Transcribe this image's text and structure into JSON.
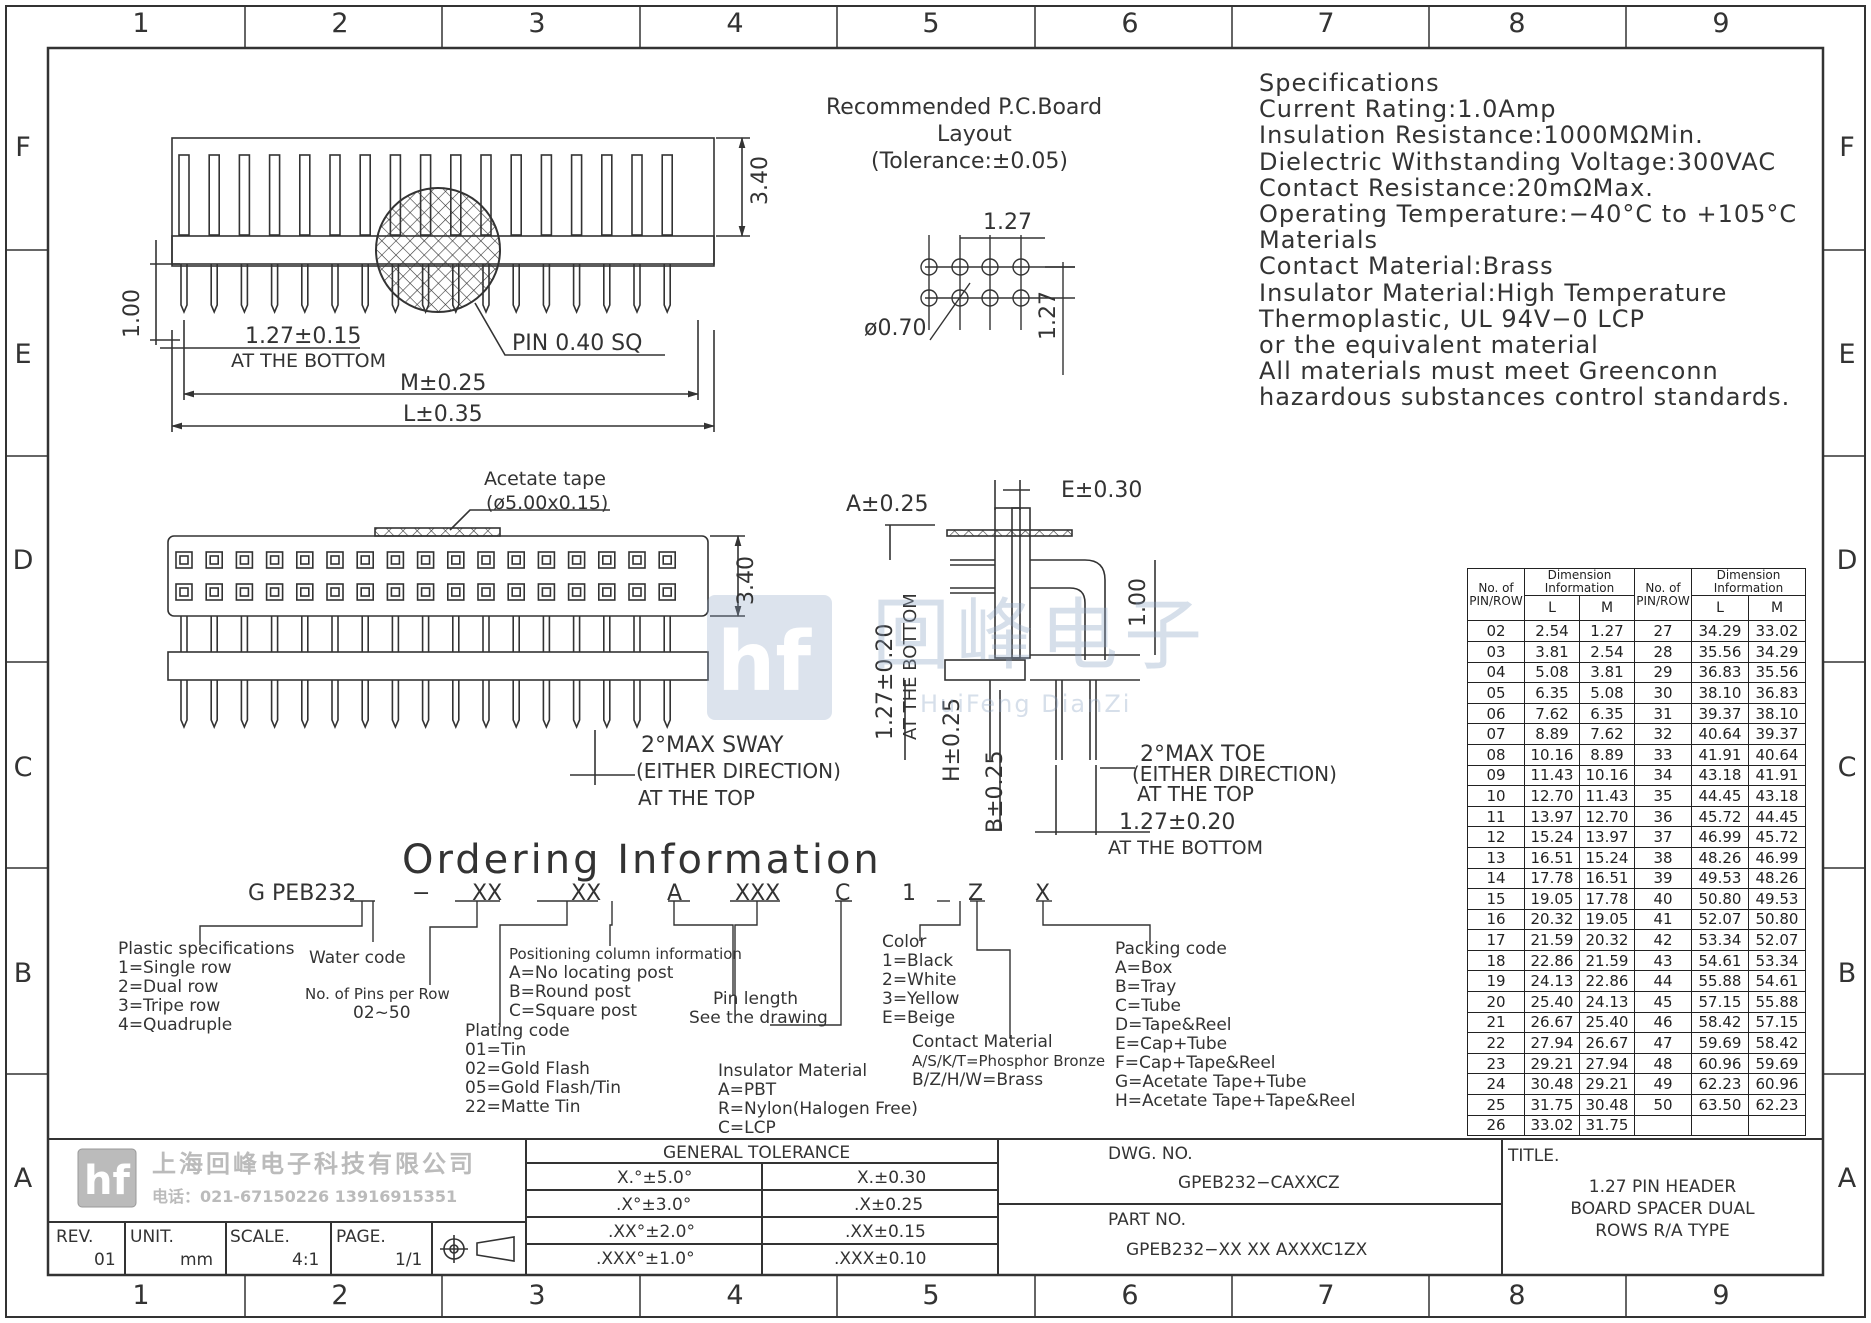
{
  "grid": {
    "columns": [
      "1",
      "2",
      "3",
      "4",
      "5",
      "6",
      "7",
      "8",
      "9"
    ],
    "rows": [
      "F",
      "E",
      "D",
      "C",
      "B",
      "A"
    ]
  },
  "specifications": {
    "heading": "Specifications",
    "lines": [
      "Current Rating:1.0Amp",
      "Insulation  Resistance:1000MΩMin.",
      "Dielectric  Withstanding  Voltage:300VAC",
      "Contact  Resistance:20mΩMax.",
      "Operating  Temperature:−40°C  to  +105°C",
      "Materials",
      "Contact  Material:Brass",
      "Insulator  Material:High  Temperature",
      "Thermoplastic,  UL  94V−0  LCP",
      "or  the  equivalent  material",
      "All  materials  must  meet  Greenconn",
      "hazardous  substances  control  standards."
    ]
  },
  "pcb_layout": {
    "title_1": "Recommended  P.C.Board",
    "title_2": "Layout",
    "tolerance": "(Tolerance:±0.05)",
    "pitch_h": "1.27",
    "pitch_v": "1.27",
    "hole": "ø0.70"
  },
  "top_view": {
    "dim_height": "3.40",
    "dim_tail": "1.00",
    "dim_pitch": "1.27±0.15",
    "dim_pitch_note": "AT THE BOTTOM",
    "pin_label": "PIN  0.40  SQ",
    "dim_m": "M±0.25",
    "dim_l": "L±0.35"
  },
  "front_view": {
    "tape_label": "Acetate  tape",
    "tape_size": "(ø5.00x0.15)",
    "dim_height": "3.40",
    "sway_1": "2°MAX  SWAY",
    "sway_2": "(EITHER  DIRECTION)",
    "sway_3": "AT  THE  TOP"
  },
  "side_view": {
    "dim_a": "A±0.25",
    "dim_e": "E±0.30",
    "dim_1_00": "1.00",
    "dim_pitch": "1.27±0.20",
    "dim_pitch_note": "AT THE BOTTOM",
    "dim_h": "H±0.25",
    "dim_b": "B±0.25",
    "toe_1": "2°MAX  TOE",
    "toe_2": "(EITHER  DIRECTION)",
    "toe_3": "AT  THE  TOP",
    "bottom_pitch": "1.27±0.20",
    "bottom_pitch_note": "AT THE BOTTOM"
  },
  "watermark": {
    "cn": "回峰电子",
    "pinyin": "HuiFeng DianZi"
  },
  "ordering": {
    "title": "Ordering  Information",
    "code": [
      "G  PEB232",
      "−",
      "XX",
      "XX",
      "A",
      "XXX",
      "C",
      "1",
      "Z",
      "X"
    ],
    "plastic": [
      "Plastic  specifications",
      "1=Single  row",
      "2=Dual  row",
      "3=Tripe  row",
      "4=Quadruple"
    ],
    "water": "Water  code",
    "pins": [
      "No.  of  Pins  per  Row",
      "02~50"
    ],
    "plating": [
      "Plating  code",
      "01=Tin",
      "02=Gold  Flash",
      "05=Gold  Flash/Tin",
      "22=Matte  Tin"
    ],
    "positioning": [
      "Positioning  column  information",
      "A=No  locating  post",
      "B=Round  post",
      "C=Square  post"
    ],
    "pin_length": [
      "Pin  length",
      "See  the  drawing"
    ],
    "insulator": [
      "Insulator  Material",
      "A=PBT",
      "R=Nylon(Halogen  Free)",
      "C=LCP"
    ],
    "color": [
      "Color",
      "1=Black",
      "2=White",
      "3=Yellow",
      "E=Beige"
    ],
    "contact": [
      "Contact  Material",
      "A/S/K/T=Phosphor  Bronze",
      "B/Z/H/W=Brass"
    ],
    "packing": [
      "Packing  code",
      "A=Box",
      "B=Tray",
      "C=Tube",
      "D=Tape&Reel",
      "E=Cap+Tube",
      "F=Cap+Tape&Reel",
      "G=Acetate  Tape+Tube",
      "H=Acetate  Tape+Tape&Reel"
    ]
  },
  "dimension_table": {
    "h_no": "No.  of PIN/ROW",
    "h_dim": "Dimension  Information",
    "h_l": "L",
    "h_m": "M",
    "rows": [
      [
        "02",
        "2.54",
        "1.27",
        "27",
        "34.29",
        "33.02"
      ],
      [
        "03",
        "3.81",
        "2.54",
        "28",
        "35.56",
        "34.29"
      ],
      [
        "04",
        "5.08",
        "3.81",
        "29",
        "36.83",
        "35.56"
      ],
      [
        "05",
        "6.35",
        "5.08",
        "30",
        "38.10",
        "36.83"
      ],
      [
        "06",
        "7.62",
        "6.35",
        "31",
        "39.37",
        "38.10"
      ],
      [
        "07",
        "8.89",
        "7.62",
        "32",
        "40.64",
        "39.37"
      ],
      [
        "08",
        "10.16",
        "8.89",
        "33",
        "41.91",
        "40.64"
      ],
      [
        "09",
        "11.43",
        "10.16",
        "34",
        "43.18",
        "41.91"
      ],
      [
        "10",
        "12.70",
        "11.43",
        "35",
        "44.45",
        "43.18"
      ],
      [
        "11",
        "13.97",
        "12.70",
        "36",
        "45.72",
        "44.45"
      ],
      [
        "12",
        "15.24",
        "13.97",
        "37",
        "46.99",
        "45.72"
      ],
      [
        "13",
        "16.51",
        "15.24",
        "38",
        "48.26",
        "46.99"
      ],
      [
        "14",
        "17.78",
        "16.51",
        "39",
        "49.53",
        "48.26"
      ],
      [
        "15",
        "19.05",
        "17.78",
        "40",
        "50.80",
        "49.53"
      ],
      [
        "16",
        "20.32",
        "19.05",
        "41",
        "52.07",
        "50.80"
      ],
      [
        "17",
        "21.59",
        "20.32",
        "42",
        "53.34",
        "52.07"
      ],
      [
        "18",
        "22.86",
        "21.59",
        "43",
        "54.61",
        "53.34"
      ],
      [
        "19",
        "24.13",
        "22.86",
        "44",
        "55.88",
        "54.61"
      ],
      [
        "20",
        "25.40",
        "24.13",
        "45",
        "57.15",
        "55.88"
      ],
      [
        "21",
        "26.67",
        "25.40",
        "46",
        "58.42",
        "57.15"
      ],
      [
        "22",
        "27.94",
        "26.67",
        "47",
        "59.69",
        "58.42"
      ],
      [
        "23",
        "29.21",
        "27.94",
        "48",
        "60.96",
        "59.69"
      ],
      [
        "24",
        "30.48",
        "29.21",
        "49",
        "62.23",
        "60.96"
      ],
      [
        "25",
        "31.75",
        "30.48",
        "50",
        "63.50",
        "62.23"
      ],
      [
        "26",
        "33.02",
        "31.75",
        "",
        "",
        ""
      ]
    ]
  },
  "title_block": {
    "company": "上海回峰电子科技有限公司",
    "phone": "电话：021-67150226  13916915351",
    "rev_label": "REV.",
    "rev": "01",
    "unit_label": "UNIT.",
    "unit": "mm",
    "scale_label": "SCALE.",
    "scale": "4:1",
    "page_label": "PAGE.",
    "page": "1/1",
    "tol_title": "GENERAL  TOLERANCE",
    "tol_rows": [
      [
        "X.°±5.0°",
        "X.±0.30"
      ],
      [
        ".X°±3.0°",
        ".X±0.25"
      ],
      [
        ".XX°±2.0°",
        ".XX±0.15"
      ],
      [
        ".XXX°±1.0°",
        ".XXX±0.10"
      ]
    ],
    "dwg_label": "DWG.  NO.",
    "dwg": "GPEB232−CAXXCZ",
    "part_label": "PART  NO.",
    "part": "GPEB232−XX  XX  AXXXC1ZX",
    "title_label": "TITLE.",
    "title_lines": [
      "1.27  PIN  HEADER",
      "BOARD  SPACER  DUAL",
      "ROWS  R/A  TYPE"
    ]
  }
}
